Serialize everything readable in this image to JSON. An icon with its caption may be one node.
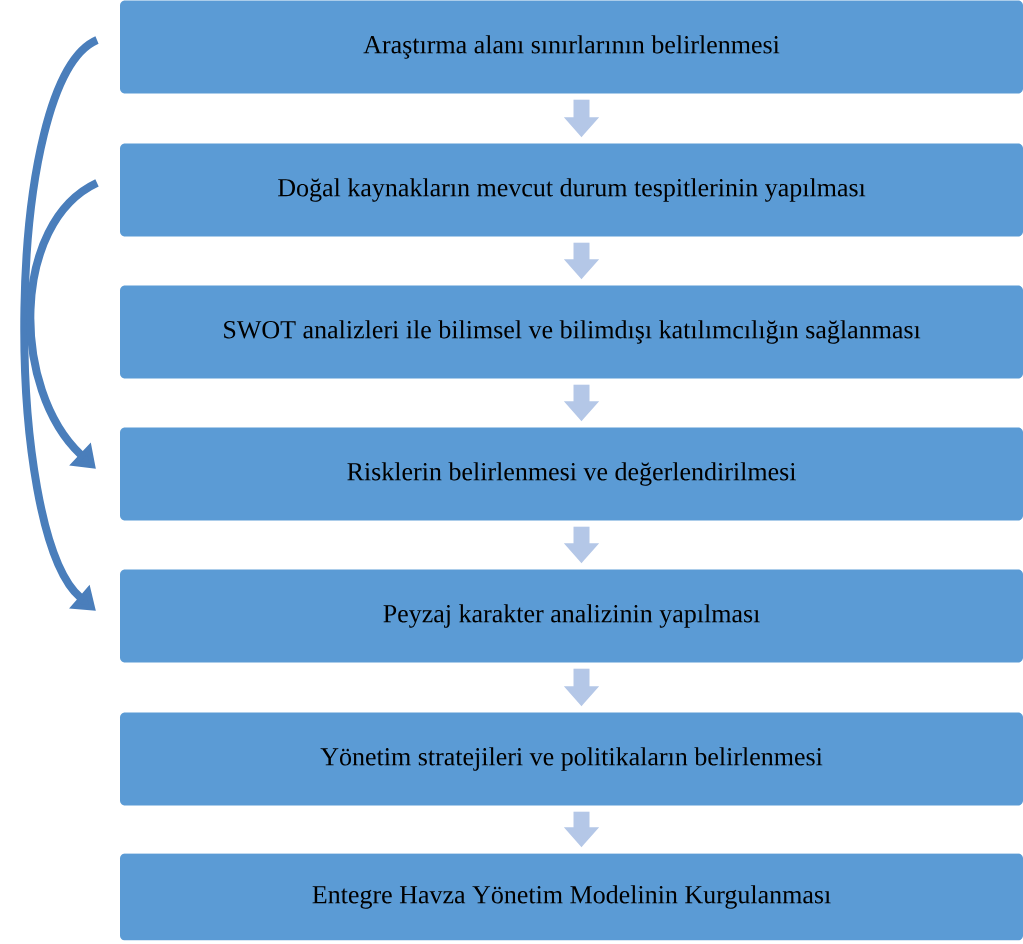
{
  "diagram": {
    "nodes": [
      {
        "text": [
          "Araştırma alanı sınırlarının belirlenmesi"
        ]
      },
      {
        "text": [
          "Doğal kaynakların mevcut durum tespitlerinin yapılması"
        ]
      },
      {
        "text": [
          "SWOT analizleri ile bilimsel ve bilimdışı katılımcılığın sağlanması"
        ]
      },
      {
        "text": [
          "Risklerin belirlenmesi ve değerlendirilmesi"
        ]
      },
      {
        "text": [
          "Peyzaj karakter analizinin yapılması"
        ]
      },
      {
        "text": [
          "Yönetim stratejileri ve politikaların belirlenmesi"
        ]
      },
      {
        "text": [
          "Entegre Havza Yönetim Modelinin Kurgulanması"
        ]
      }
    ],
    "edges": [
      {
        "from": 0,
        "to": 1,
        "arrow": "to"
      },
      {
        "from": 1,
        "to": 2,
        "arrow": "to"
      },
      {
        "from": 2,
        "to": 3,
        "arrow": "to"
      },
      {
        "from": 3,
        "to": 4,
        "arrow": "to"
      },
      {
        "from": 4,
        "to": 5,
        "arrow": "to"
      },
      {
        "from": 5,
        "to": 6,
        "arrow": "to"
      },
      {
        "from": 0,
        "to": 4,
        "arrow": "to",
        "color": "#4a7ebb"
      },
      {
        "from": 1,
        "to": 3,
        "arrow": "to",
        "color": "#4a7ebb"
      }
    ]
  }
}
